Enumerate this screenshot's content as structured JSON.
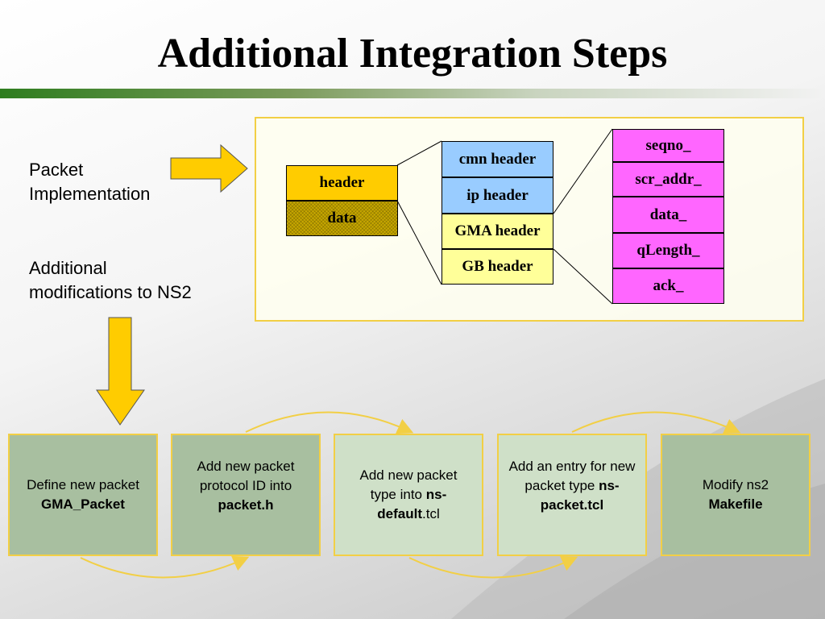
{
  "title": "Additional Integration Steps",
  "labels": {
    "packet_implementation": " Packet\nImplementation",
    "additional_modifications": "Additional\nmodifications to NS2"
  },
  "packet": {
    "header": "header",
    "data": "data"
  },
  "headers": [
    "cmn header",
    "ip header",
    "GMA header",
    "GB header"
  ],
  "fields": [
    "seqno_",
    "scr_addr_",
    "data_",
    "qLength_",
    "ack_"
  ],
  "steps": [
    {
      "pre": "Define new packet",
      "bold": "GMA_Packet",
      "post": ""
    },
    {
      "pre": "Add new packet protocol ID into ",
      "bold": "packet.h",
      "post": ""
    },
    {
      "pre": "Add new packet type into ",
      "bold": "ns-default",
      "post": ".tcl"
    },
    {
      "pre": "Add an entry for new packet type ",
      "bold": "ns-packet.tcl",
      "post": ""
    },
    {
      "pre": "Modify ns2",
      "bold": "Makefile",
      "post": ""
    }
  ],
  "colors": {
    "arrow_fill": "#ffcc00",
    "header_box": "#ffcc00",
    "blue_header": "#99ccff",
    "yellow_header": "#ffff99",
    "field_box": "#ff66ff",
    "step_dark": "#a8bfa0",
    "step_light": "#cfe0c8",
    "connector": "#f2cf45"
  }
}
